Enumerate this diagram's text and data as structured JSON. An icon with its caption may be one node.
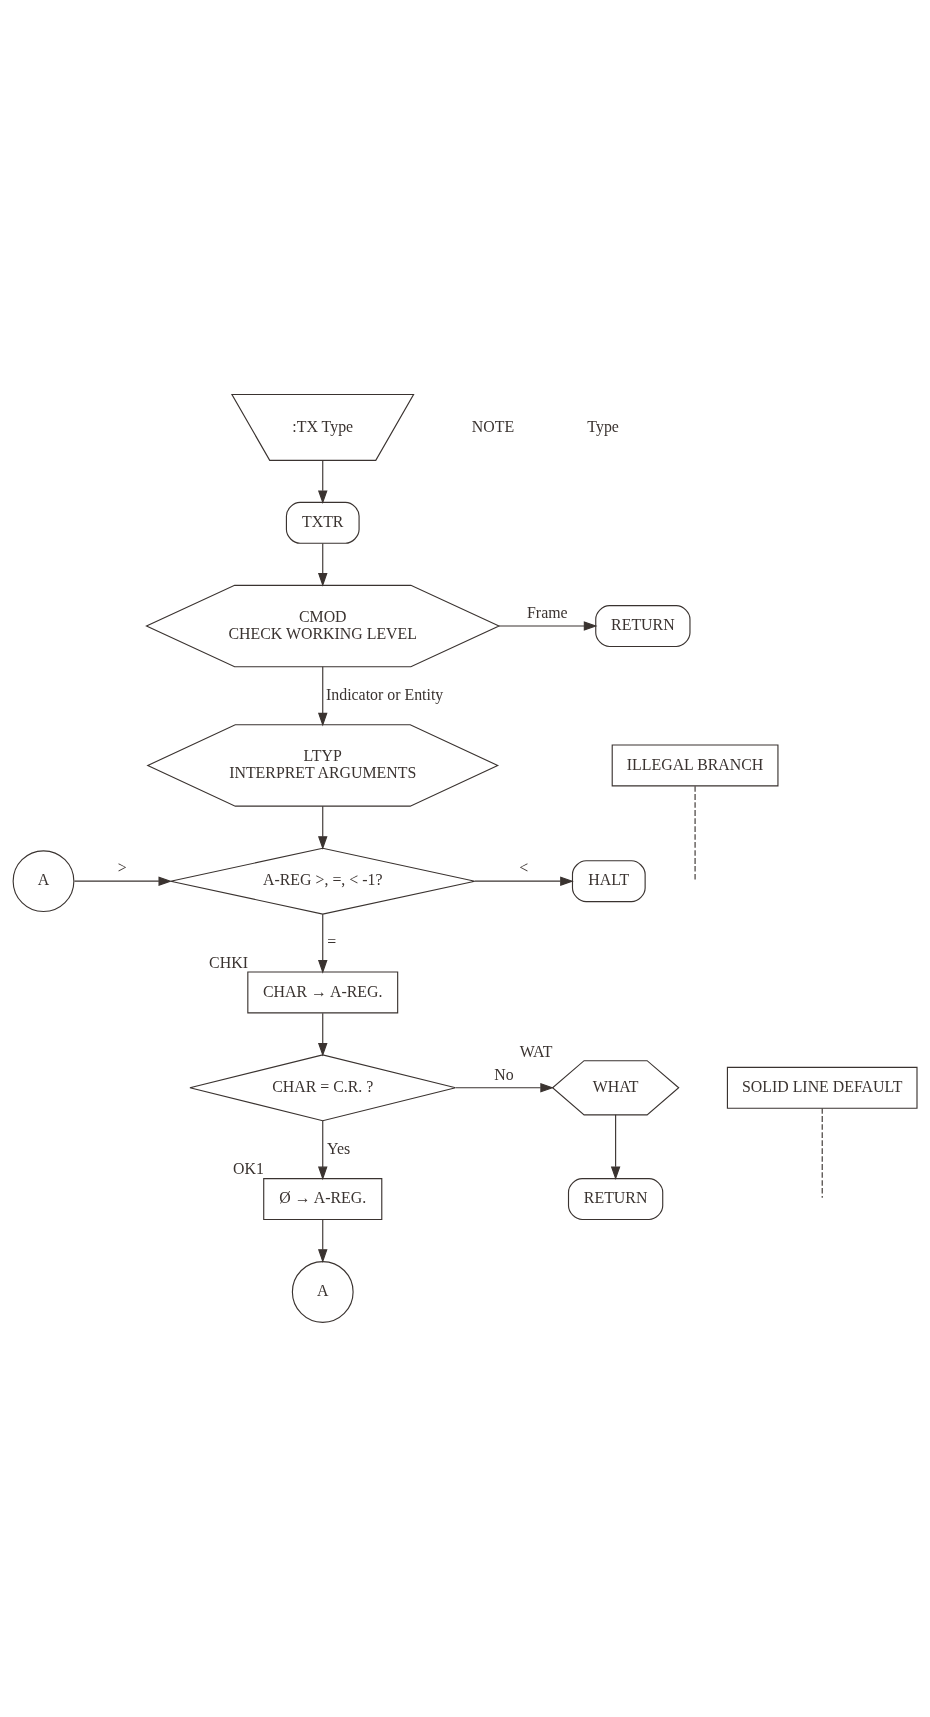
{
  "diagram": {
    "nodes": [
      {
        "text": [
          ":TX Type"
        ]
      },
      {
        "text": [
          "TXTR"
        ]
      },
      {
        "text": [
          "CMOD",
          "CHECK WORKING LEVEL"
        ]
      },
      {
        "text": [
          "RETURN"
        ]
      },
      {
        "text": [
          "LTYP",
          "INTERPRET ARGUMENTS"
        ]
      },
      {
        "text": [
          "ILLEGAL BRANCH"
        ]
      },
      {
        "text": [
          "A"
        ]
      },
      {
        "text": [
          "A-REG >, =, < -1?"
        ]
      },
      {
        "text": [
          "HALT"
        ]
      },
      {
        "text": [
          "CHAR → A-REG."
        ],
        "beside": [
          "CHKI"
        ]
      },
      {
        "text": [
          "CHAR = C.R. ?"
        ]
      },
      {
        "text": [
          "WHAT"
        ],
        "beside": [
          "WAT"
        ]
      },
      {
        "text": [
          "RETURN"
        ]
      },
      {
        "text": [
          "SOLID LINE DEFAULT"
        ]
      },
      {
        "text": [
          "Ø → A-REG."
        ],
        "beside": [
          "OK1"
        ]
      },
      {
        "text": [
          "A"
        ]
      }
    ],
    "edges": [
      {
        "from": 0,
        "to": 1,
        "arrow": "to"
      },
      {
        "from": 1,
        "to": 2,
        "arrow": "to"
      },
      {
        "from": 2,
        "to": 3,
        "arrow": "to",
        "label": "Frame"
      },
      {
        "from": 2,
        "to": 4,
        "arrow": "to",
        "label": "Indicator or Entity"
      },
      {
        "from": 4,
        "to": 7,
        "arrow": "to"
      },
      {
        "from": 6,
        "to": 7,
        "arrow": "to",
        "label": ">"
      },
      {
        "from": 7,
        "to": 8,
        "arrow": "to",
        "label": "<"
      },
      {
        "from": 5,
        "to": null,
        "arrow": "none",
        "style": "dashed"
      },
      {
        "from": 7,
        "to": 9,
        "arrow": "to",
        "label": "="
      },
      {
        "from": 9,
        "to": 10,
        "arrow": "to"
      },
      {
        "from": 10,
        "to": 11,
        "arrow": "to",
        "label": "No"
      },
      {
        "from": 11,
        "to": 12,
        "arrow": "to"
      },
      {
        "from": 10,
        "to": 14,
        "arrow": "to",
        "label": "Yes"
      },
      {
        "from": 13,
        "to": null,
        "arrow": "none",
        "style": "dashed"
      },
      {
        "from": 14,
        "to": 15,
        "arrow": "to"
      }
    ],
    "labels": [
      "NOTE",
      "Type"
    ]
  }
}
